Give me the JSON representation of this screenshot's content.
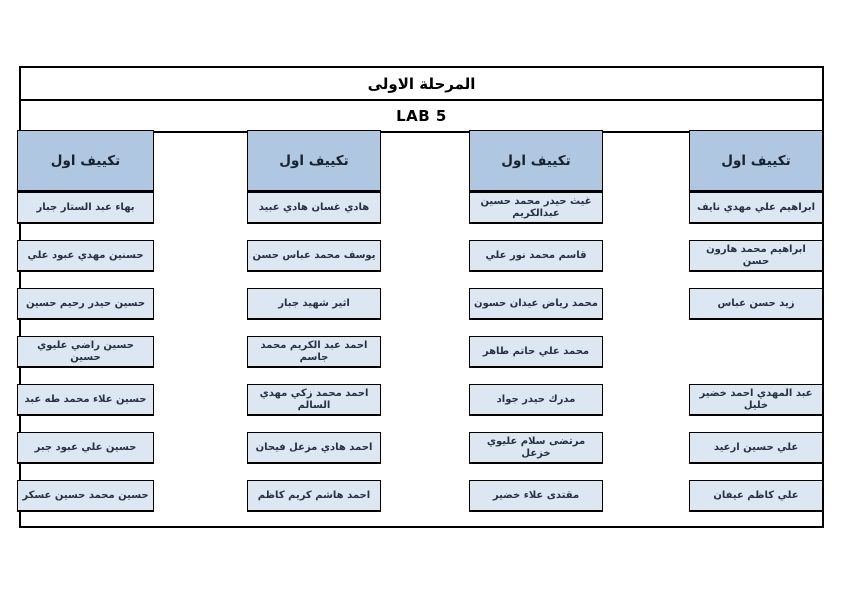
{
  "page": {
    "title": "المرحلة الاولى",
    "lab": "LAB 5"
  },
  "colors": {
    "group_header_fill": "#b0c7e1",
    "name_box_fill": "#dce7f2",
    "border": "#000000"
  },
  "columns": [
    {
      "header": "تكييف اول",
      "names": [
        "بهاء عبد الستار جبار",
        "حسنين مهدي عبود علي",
        "حسين حيدر رحيم حسين",
        "حسين راضي عليوي حسين",
        "حسين علاء محمد طه عبد",
        "حسين علي عبود جبر",
        "حسين محمد حسين عسكر"
      ]
    },
    {
      "header": "تكييف اول",
      "names": [
        "هادي غسان هادي عبيد",
        "يوسف محمد عباس حسن",
        "اثير شهيد جبار",
        "احمد عبد الكريم محمد جاسم",
        "احمد محمد زكي مهدي السالم",
        "احمد هادي مزعل فيحان",
        "احمد هاشم كريم كاظم"
      ]
    },
    {
      "header": "تكييف اول",
      "names": [
        "غيث حيدر محمد حسين عبدالكريم",
        "قاسم محمد نور علي",
        "محمد رياض عيدان حسون",
        "محمد علي حاتم طاهر",
        "مدرك حيدر جواد",
        "مرتضى سلام عليوي خزعل",
        "مقتدى علاء خضير"
      ]
    },
    {
      "header": "تكييف اول",
      "names": [
        "ابراهيم علي مهدي نايف",
        "ابراهيم محمد هارون حسن",
        "زيد حسن عباس",
        "",
        "عبد المهدي احمد خضير خليل",
        "علي حسين ارعيد",
        "علي كاظم عيفان"
      ]
    }
  ]
}
